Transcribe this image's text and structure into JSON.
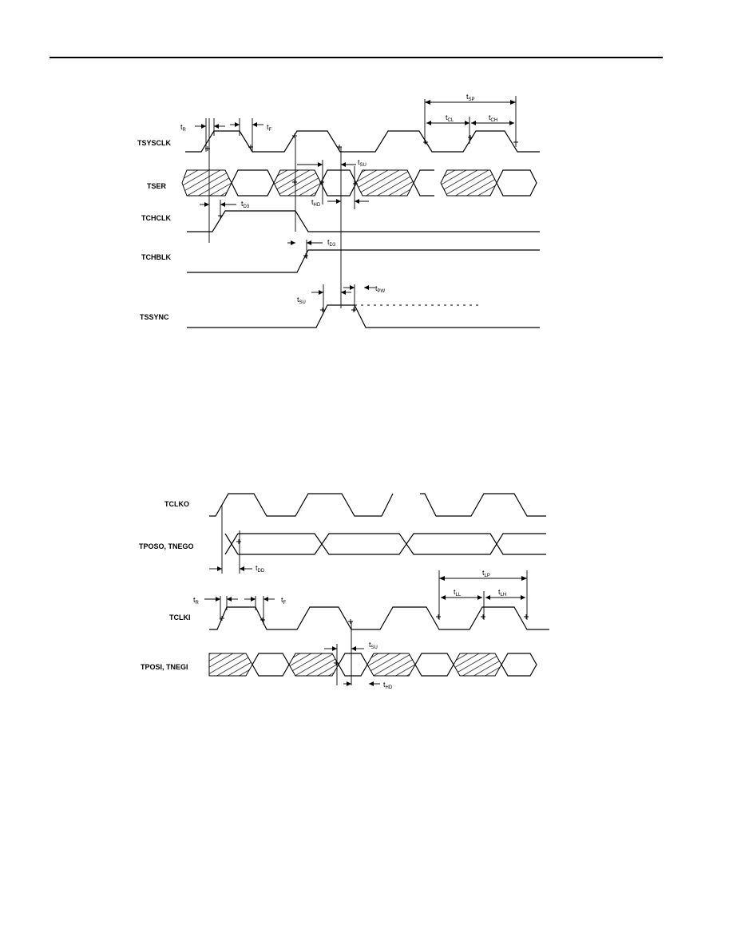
{
  "diagram1": {
    "signals": [
      {
        "id": "tsysclk",
        "label": "TSYSCLK"
      },
      {
        "id": "tser",
        "label": "TSER"
      },
      {
        "id": "tchclk",
        "label": "TCHCLK"
      },
      {
        "id": "tchblk",
        "label": "TCHBLK"
      },
      {
        "id": "tssync",
        "label": "TSSYNC"
      }
    ],
    "timing": {
      "tr": {
        "sym": "t",
        "sub": "R"
      },
      "tf": {
        "sym": "t",
        "sub": "F"
      },
      "tsp": {
        "sym": "t",
        "sub": "SP"
      },
      "tcl": {
        "sym": "t",
        "sub": "CL"
      },
      "tch": {
        "sym": "t",
        "sub": "CH"
      },
      "tsu": {
        "sym": "t",
        "sub": "SU"
      },
      "thd": {
        "sym": "t",
        "sub": "HD"
      },
      "td3a": {
        "sym": "t",
        "sub": "D3"
      },
      "td3b": {
        "sym": "t",
        "sub": "D3"
      },
      "tsu2": {
        "sym": "t",
        "sub": "SU"
      },
      "tpw": {
        "sym": "t",
        "sub": "PW"
      }
    }
  },
  "diagram2": {
    "signals": [
      {
        "id": "tclko",
        "label": "TCLKO"
      },
      {
        "id": "tposo",
        "label": "TPOSO, TNEGO"
      },
      {
        "id": "tclki",
        "label": "TCLKI"
      },
      {
        "id": "tposi",
        "label": "TPOSI, TNEGI"
      }
    ],
    "timing": {
      "tdd": {
        "sym": "t",
        "sub": "DD"
      },
      "tr": {
        "sym": "t",
        "sub": "R"
      },
      "tf": {
        "sym": "t",
        "sub": "F"
      },
      "tlp": {
        "sym": "t",
        "sub": "LP"
      },
      "tll": {
        "sym": "t",
        "sub": "LL"
      },
      "tlh": {
        "sym": "t",
        "sub": "LH"
      },
      "tsu": {
        "sym": "t",
        "sub": "SU"
      },
      "thd": {
        "sym": "t",
        "sub": "HD"
      }
    }
  }
}
